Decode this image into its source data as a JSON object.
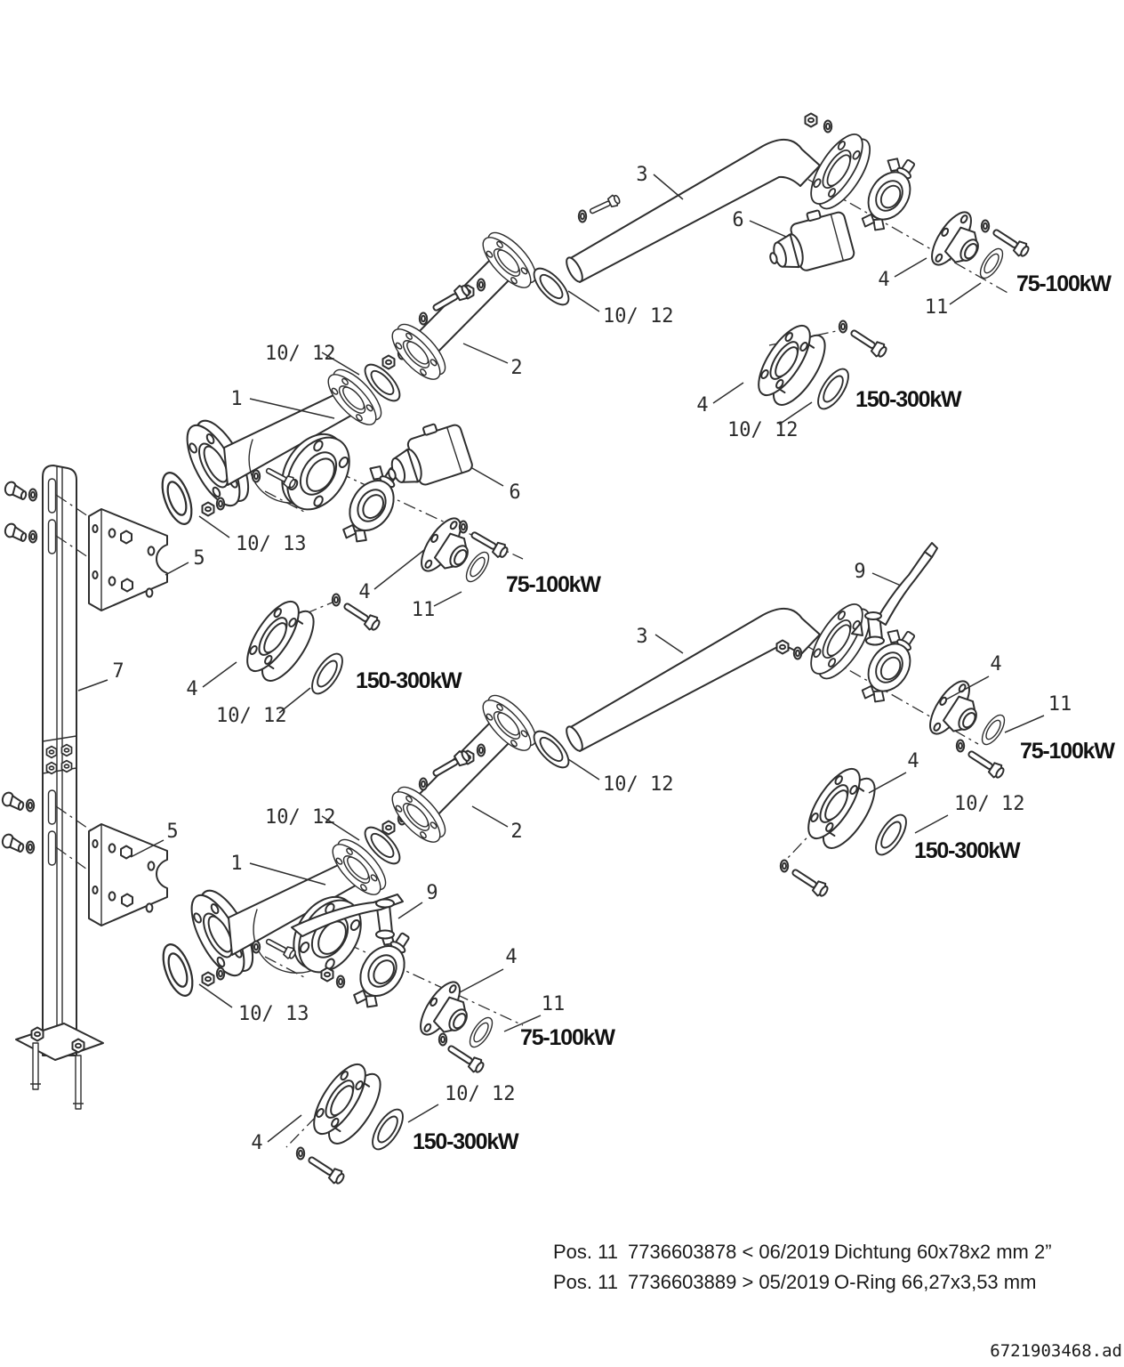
{
  "diagram": {
    "parts": {
      "p1": "1",
      "p2": "2",
      "p3": "3",
      "p4": "4",
      "p5": "5",
      "p6": "6",
      "p7": "7",
      "p9": "9",
      "p11": "11",
      "p10_12": "10/ 12",
      "p10_13": "10/ 13"
    },
    "variants": {
      "low": "75-100kW",
      "high": "150-300kW"
    },
    "footer": {
      "rows": [
        {
          "pos": "Pos. 11",
          "code": "7736603878 < 06/2019",
          "desc": "Dichtung 60x78x2 mm 2”"
        },
        {
          "pos": "Pos. 11",
          "code": "7736603889 > 05/2019",
          "desc": "O-Ring 66,27x3,53 mm"
        }
      ],
      "doc_id": "6721903468.ad"
    }
  }
}
